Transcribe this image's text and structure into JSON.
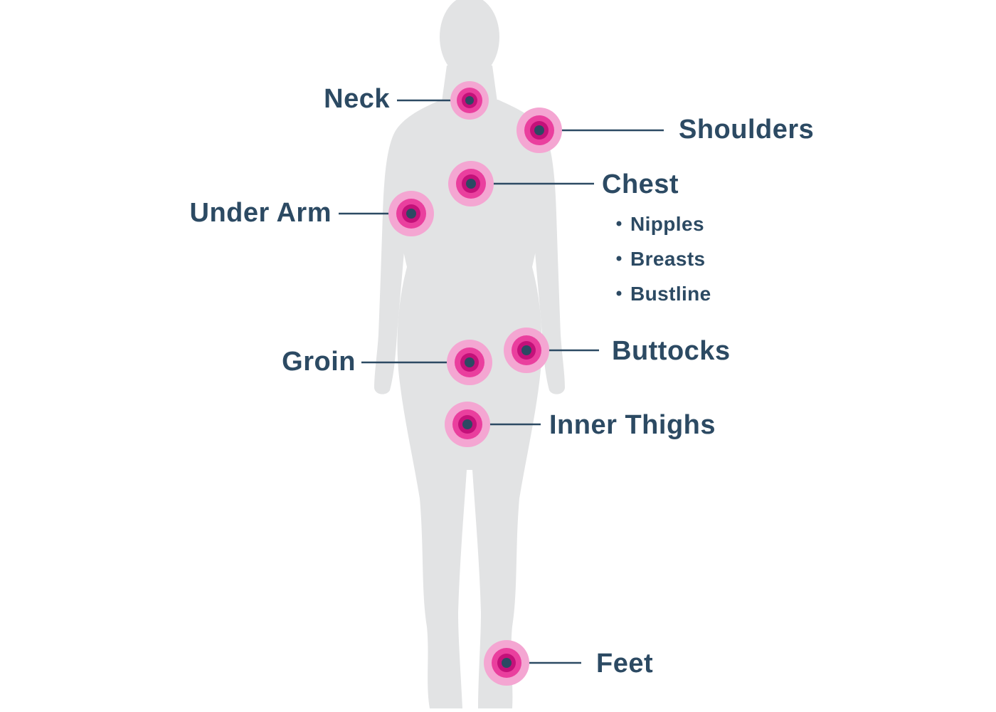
{
  "colors": {
    "background": "#ffffff",
    "silhouette": "#e2e3e4",
    "text": "#2c4a63",
    "marker_outer": "#f4a6d2",
    "marker_middle": "#ea3f9e",
    "marker_inner": "#c4117a",
    "marker_dot": "#2c4a63"
  },
  "areas": [
    {
      "id": "neck",
      "label": "Neck"
    },
    {
      "id": "shoulders",
      "label": "Shoulders"
    },
    {
      "id": "chest",
      "label": "Chest",
      "subitems": [
        "Nipples",
        "Breasts",
        "Bustline"
      ]
    },
    {
      "id": "under-arm",
      "label": "Under Arm"
    },
    {
      "id": "groin",
      "label": "Groin"
    },
    {
      "id": "buttocks",
      "label": "Buttocks"
    },
    {
      "id": "inner-thighs",
      "label": "Inner Thighs"
    },
    {
      "id": "feet",
      "label": "Feet"
    }
  ]
}
